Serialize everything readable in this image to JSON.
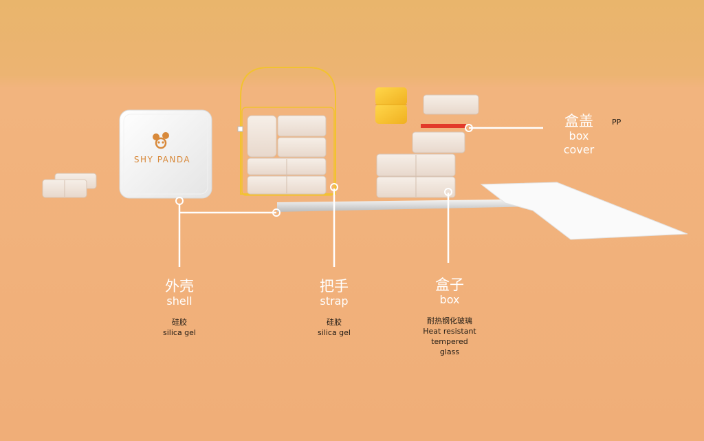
{
  "brand": {
    "name": "SHY PANDA",
    "logo_icon": "panda-icon"
  },
  "colors": {
    "background_top": "#E9B76E",
    "background_floor": "#F0B27C",
    "callout_line": "#FFFFFF",
    "strap_yellow": "#F2C230",
    "lid_red": "#E23A2A",
    "logo_orange": "#D8893A",
    "material_text": "#1F1A14"
  },
  "callouts": {
    "lid": {
      "cn": "盒盖",
      "en": "box\ncover",
      "material_en": "PP"
    },
    "shell": {
      "cn": "外壳",
      "en": "shell",
      "material_cn": "硅胶",
      "material_en": "silica gel"
    },
    "strap": {
      "cn": "把手",
      "en": "strap",
      "material_cn": "硅胶",
      "material_en": "silica gel"
    },
    "box": {
      "cn": "盒子",
      "en": "box",
      "material_cn": "耐热钢化玻璃",
      "material_en": "Heat resistant\ntempered\nglass"
    }
  }
}
